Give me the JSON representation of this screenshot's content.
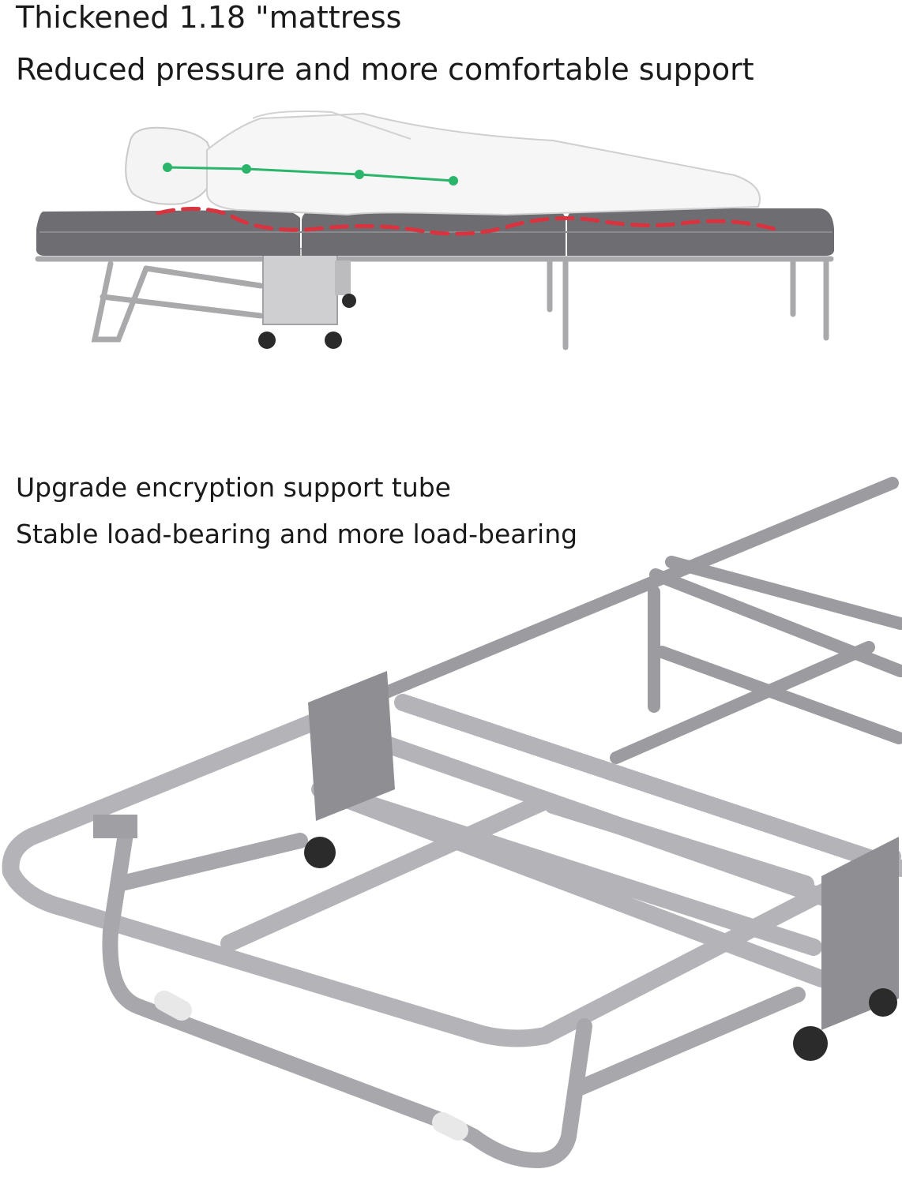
{
  "section_mattress": {
    "line1": "Thickened 1.18 \"mattress",
    "line2": "Reduced pressure and more comfortable support"
  },
  "section_frame": {
    "line1": "Upgrade encryption support tube",
    "line2": "Stable load-bearing and more load-bearing"
  },
  "colors": {
    "mattress": "#6e6e72",
    "frame": "#a9a9ac",
    "spine_line": "#2bb56a",
    "pressure_line": "#d8333f",
    "wheel": "#2b2b2b"
  }
}
